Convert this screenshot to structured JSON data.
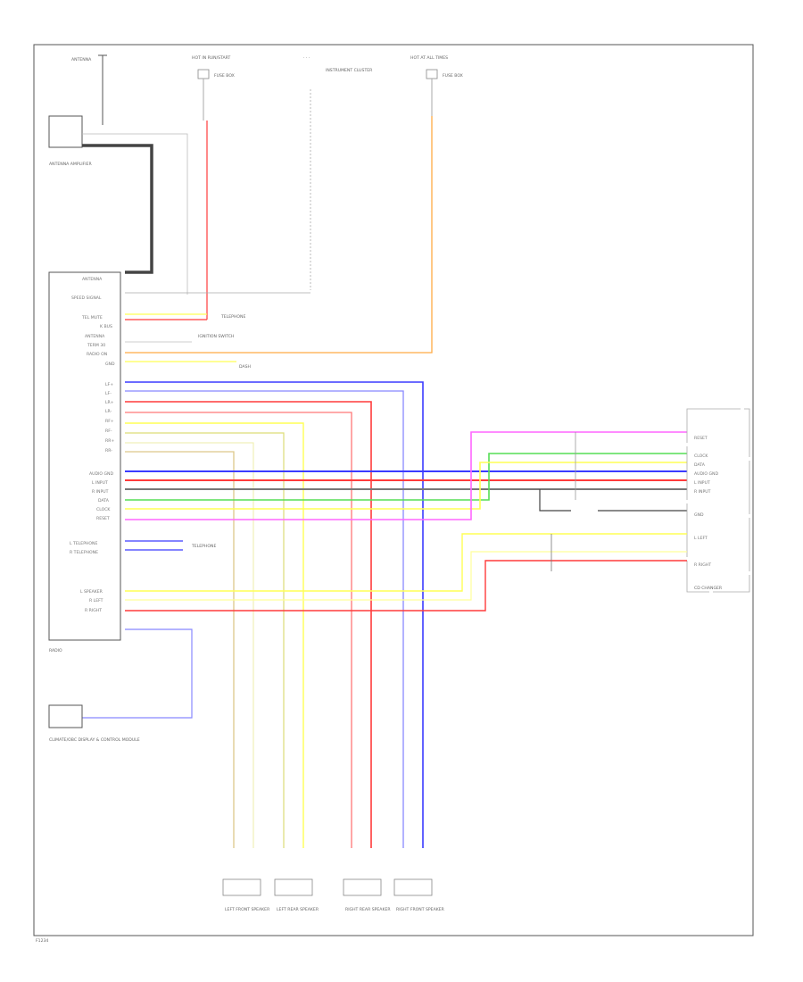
{
  "title": "",
  "labels": {
    "antenna": "ANTENNA",
    "antenna_amplifier": "ANTENNA AMPLIFIER",
    "hot_at_all_times_left": "HOT IN RUN/START",
    "hot_at_all_times_right": "HOT AT ALL TIMES",
    "fuse_left": "FUSE BOX",
    "fuse_right": "FUSE BOX",
    "instrument_cluster": "INSTRUMENT CLUSTER",
    "telephone_upper": "TELEPHONE",
    "ignition_label": "IGNITION SWITCH",
    "dash_label": "DASH",
    "radio": "RADIO",
    "telephone_lower": "TELEPHONE",
    "cd_changer": "CD CHANGER",
    "gear_label": "GND",
    "left_module": "CLIMATE/OBC DISPLAY & CONTROL MODULE",
    "left_front_speaker": "LEFT FRONT SPEAKER",
    "left_rear_speaker": "LEFT REAR SPEAKER",
    "right_rear_speaker": "RIGHT REAR SPEAKER",
    "right_front_speaker": "RIGHT FRONT SPEAKER",
    "footer": "F1234"
  },
  "radio_pins": [
    "ANTENNA",
    "SPEED SIGNAL",
    "TEL MUTE",
    "K BUS",
    "ANTENNA",
    "TERM 30",
    "RADIO ON",
    "GND",
    "",
    "LF+",
    "LF-",
    "LR+",
    "LR-",
    "RF+",
    "RF-",
    "RR+",
    "RR-",
    "AUDIO GND",
    "L INPUT",
    "R INPUT",
    "DATA",
    "CLOCK",
    "RESET",
    "",
    "L TELEPHONE",
    "R TELEPHONE",
    "",
    "",
    "",
    "L SPEAKER",
    "R LEFT",
    "R RIGHT",
    ""
  ],
  "wire_colors": {
    "red": "#ff3b3b",
    "blue": "#3b3bff",
    "pink": "#ff66ff",
    "yellow": "#ffff55",
    "green": "#55dd55",
    "orange": "#ffaa44",
    "gray": "#777777",
    "tan": "#ddc88a",
    "lightblue": "#8888ff"
  },
  "cd_pins": [
    "RESET",
    "",
    "CLOCK",
    "DATA",
    "AUDIO GND",
    "L INPUT",
    "R INPUT",
    "",
    "GND",
    "",
    "L LEFT",
    "",
    "R RIGHT",
    ""
  ]
}
